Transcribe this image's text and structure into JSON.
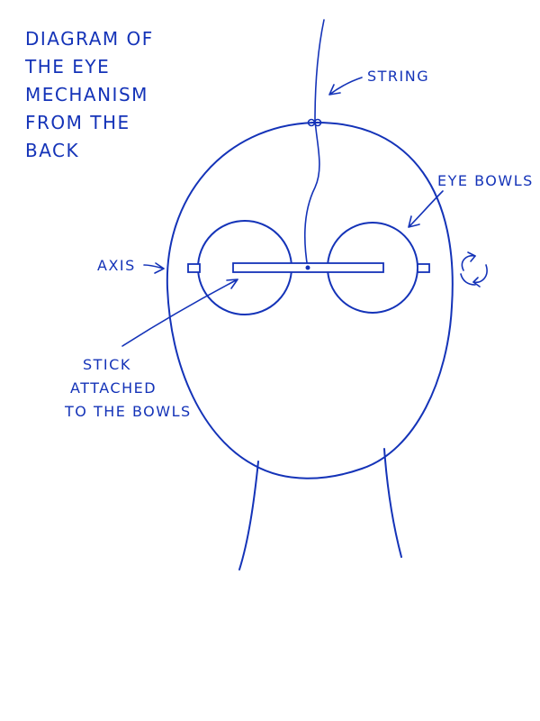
{
  "title": {
    "lines": [
      "DIAGRAM OF",
      "THE EYE",
      "MECHANISM",
      "FROM THE",
      "BACK"
    ]
  },
  "labels": {
    "string": "STRING",
    "eye_bowls": "EYE BOWLS",
    "axis": "AXIS",
    "stick": [
      "STICK",
      "ATTACHED",
      "TO THE BOWLS"
    ]
  },
  "colors": {
    "ink": "#1433b8",
    "paper": "#ffffff"
  },
  "icons": {
    "rotation": "rotation-arrows-icon"
  }
}
